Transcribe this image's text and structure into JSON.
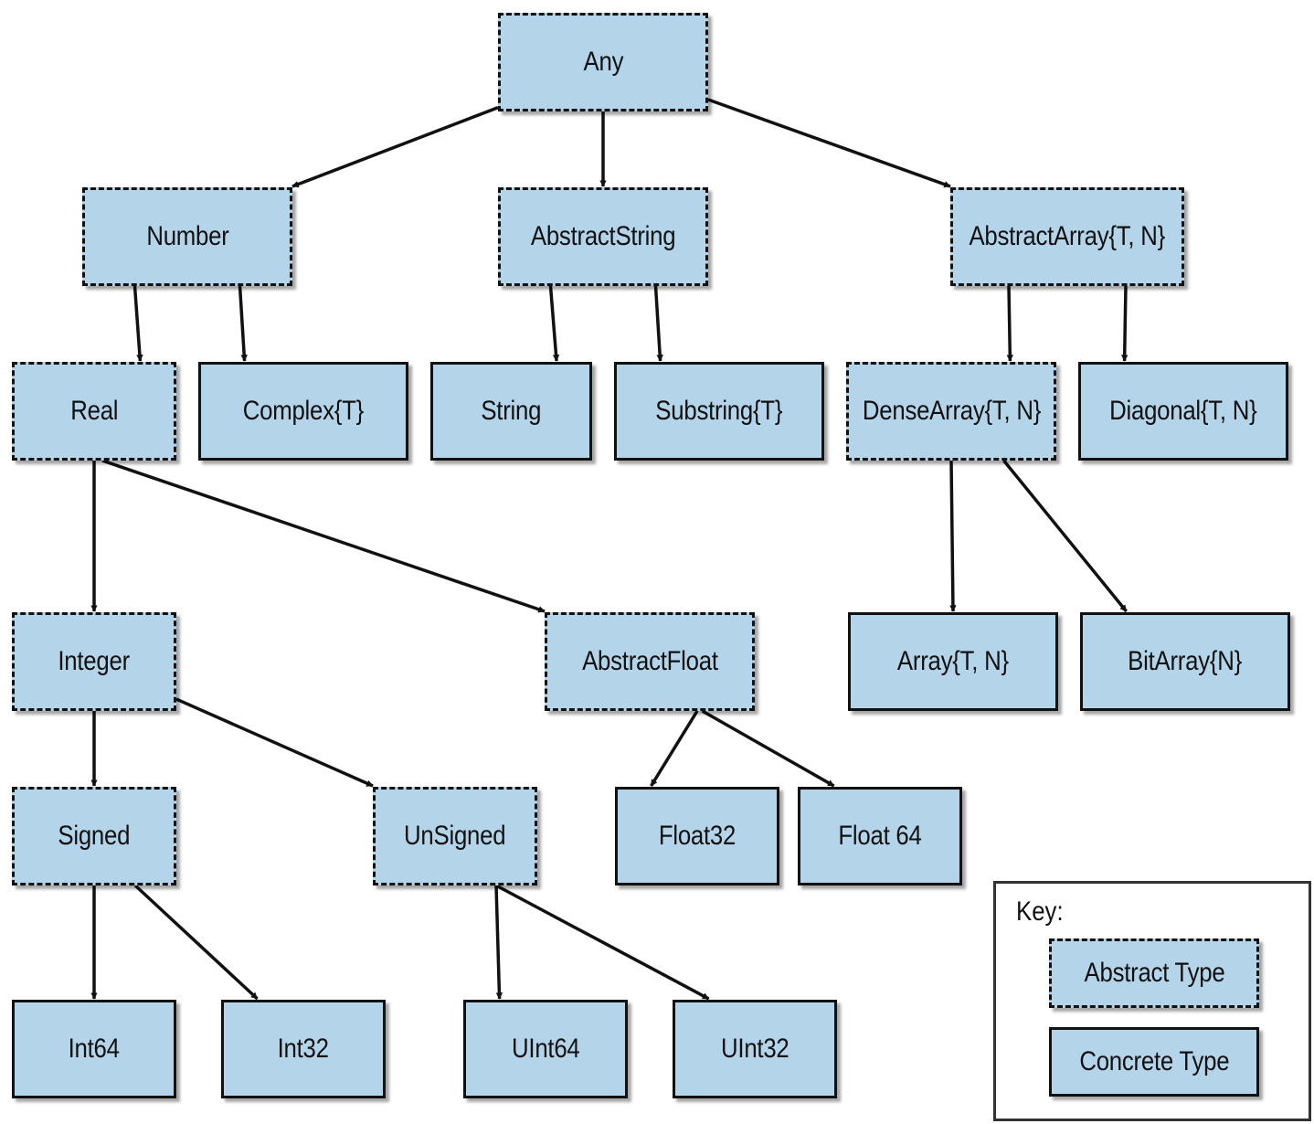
{
  "diagram": {
    "colors": {
      "node_fill": "#b4d4ea",
      "stroke": "#111111"
    },
    "nodes": {
      "any": {
        "label": "Any",
        "kind": "abstract"
      },
      "number": {
        "label": "Number",
        "kind": "abstract"
      },
      "abstract_string": {
        "label": "AbstractString",
        "kind": "abstract"
      },
      "abstract_array": {
        "label": "AbstractArray{T, N}",
        "kind": "abstract"
      },
      "real": {
        "label": "Real",
        "kind": "abstract"
      },
      "complex": {
        "label": "Complex{T}",
        "kind": "concrete"
      },
      "string": {
        "label": "String",
        "kind": "concrete"
      },
      "substring": {
        "label": "Substring{T}",
        "kind": "concrete"
      },
      "dense_array": {
        "label": "DenseArray{T, N}",
        "kind": "abstract"
      },
      "diagonal": {
        "label": "Diagonal{T, N}",
        "kind": "concrete"
      },
      "integer": {
        "label": "Integer",
        "kind": "abstract"
      },
      "abstract_float": {
        "label": "AbstractFloat",
        "kind": "abstract"
      },
      "array": {
        "label": "Array{T, N}",
        "kind": "concrete"
      },
      "bit_array": {
        "label": "BitArray{N}",
        "kind": "concrete"
      },
      "signed": {
        "label": "Signed",
        "kind": "abstract"
      },
      "unsigned": {
        "label": "UnSigned",
        "kind": "abstract"
      },
      "float32": {
        "label": "Float32",
        "kind": "concrete"
      },
      "float64": {
        "label": "Float 64",
        "kind": "concrete"
      },
      "int64": {
        "label": "Int64",
        "kind": "concrete"
      },
      "int32": {
        "label": "Int32",
        "kind": "concrete"
      },
      "uint64": {
        "label": "UInt64",
        "kind": "concrete"
      },
      "uint32": {
        "label": "UInt32",
        "kind": "concrete"
      }
    },
    "edges": [
      [
        "any",
        "number"
      ],
      [
        "any",
        "abstract_string"
      ],
      [
        "any",
        "abstract_array"
      ],
      [
        "number",
        "real"
      ],
      [
        "number",
        "complex"
      ],
      [
        "abstract_string",
        "string"
      ],
      [
        "abstract_string",
        "substring"
      ],
      [
        "abstract_array",
        "dense_array"
      ],
      [
        "abstract_array",
        "diagonal"
      ],
      [
        "real",
        "integer"
      ],
      [
        "real",
        "abstract_float"
      ],
      [
        "dense_array",
        "array"
      ],
      [
        "dense_array",
        "bit_array"
      ],
      [
        "integer",
        "signed"
      ],
      [
        "integer",
        "unsigned"
      ],
      [
        "abstract_float",
        "float32"
      ],
      [
        "abstract_float",
        "float64"
      ],
      [
        "signed",
        "int64"
      ],
      [
        "signed",
        "int32"
      ],
      [
        "unsigned",
        "uint64"
      ],
      [
        "unsigned",
        "uint32"
      ]
    ]
  },
  "key": {
    "title": "Key:",
    "abstract_label": "Abstract Type",
    "concrete_label": "Concrete Type"
  }
}
